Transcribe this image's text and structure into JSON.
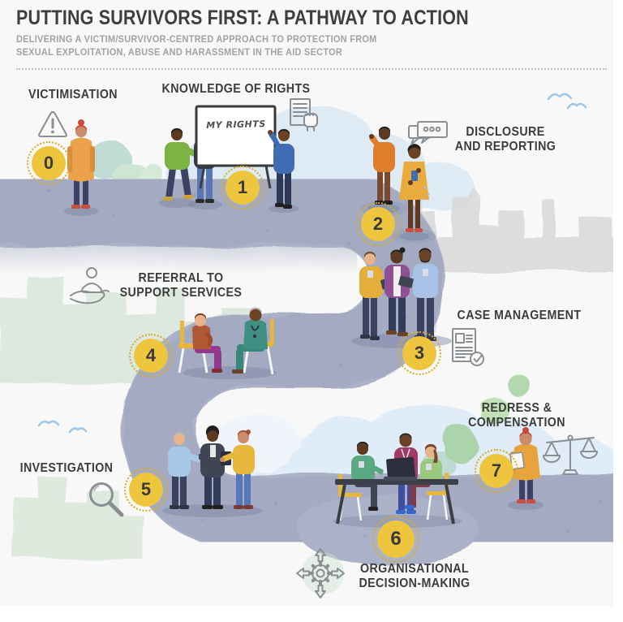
{
  "header": {
    "title": "PUTTING SURVIVORS FIRST: A PATHWAY TO ACTION",
    "subtitle": "DELIVERING A VICTIM/SURVIVOR-CENTRED APPROACH TO PROTECTION FROM\nSEXUAL EXPLOITATION, ABUSE AND HARASSMENT IN THE AID SECTOR"
  },
  "whiteboard": {
    "text": "MY RIGHTS"
  },
  "stages": [
    {
      "number": "0",
      "label": "VICTIMISATION",
      "icon": "warning-triangle-icon"
    },
    {
      "number": "1",
      "label": "KNOWLEDGE OF RIGHTS",
      "icon": "raised-fist-document-icon"
    },
    {
      "number": "2",
      "label": "DISCLOSURE\nAND REPORTING",
      "icon": "speech-bubbles-icon"
    },
    {
      "number": "3",
      "label": "CASE MANAGEMENT",
      "icon": "checklist-document-icon"
    },
    {
      "number": "4",
      "label": "REFERRAL TO\nSUPPORT SERVICES",
      "icon": "care-hand-icon"
    },
    {
      "number": "5",
      "label": "INVESTIGATION",
      "icon": "magnifier-icon"
    },
    {
      "number": "6",
      "label": "ORGANISATIONAL\nDECISION-MAKING",
      "icon": "gear-arrows-icon"
    },
    {
      "number": "7",
      "label": "REDRESS &\nCOMPENSATION",
      "icon": "scales-of-justice-icon"
    }
  ],
  "colors": {
    "accent_yellow": "#EDC63E",
    "ring_yellow": "#D4AE2A",
    "path_gray_blue": "#ABB1C6",
    "title_text": "#3E3E3E",
    "subtitle_text": "#A2A2A2",
    "label_text": "#3C3C3C",
    "icon_stroke": "#8A8F94",
    "sky_blue": "#D8E9F5",
    "city_gray": "#D7D7D7",
    "city_green": "#D9E7DA"
  }
}
